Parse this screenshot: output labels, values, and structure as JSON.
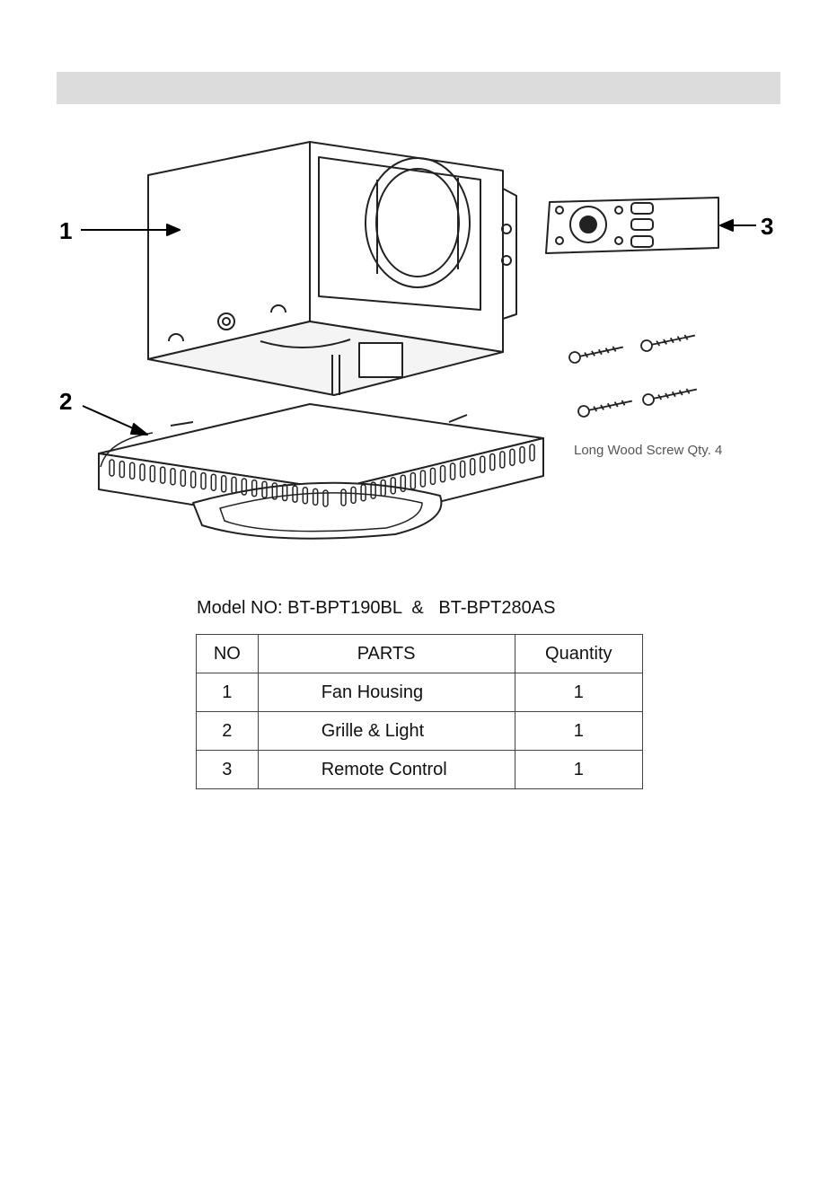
{
  "callouts": {
    "one": "1",
    "two": "2",
    "three": "3"
  },
  "screws": {
    "caption": "Long Wood Screw Qty. 4"
  },
  "model": {
    "line": "Model NO: BT-BPT190BL  &   BT-BPT280AS"
  },
  "table": {
    "headers": {
      "no": "NO",
      "parts": "PARTS",
      "quantity": "Quantity"
    },
    "rows": [
      {
        "no": "1",
        "part": "Fan Housing",
        "qty": "1"
      },
      {
        "no": "2",
        "part": "Grille  & Light",
        "qty": "1"
      },
      {
        "no": "3",
        "part": "Remote Control",
        "qty": "1"
      }
    ]
  }
}
